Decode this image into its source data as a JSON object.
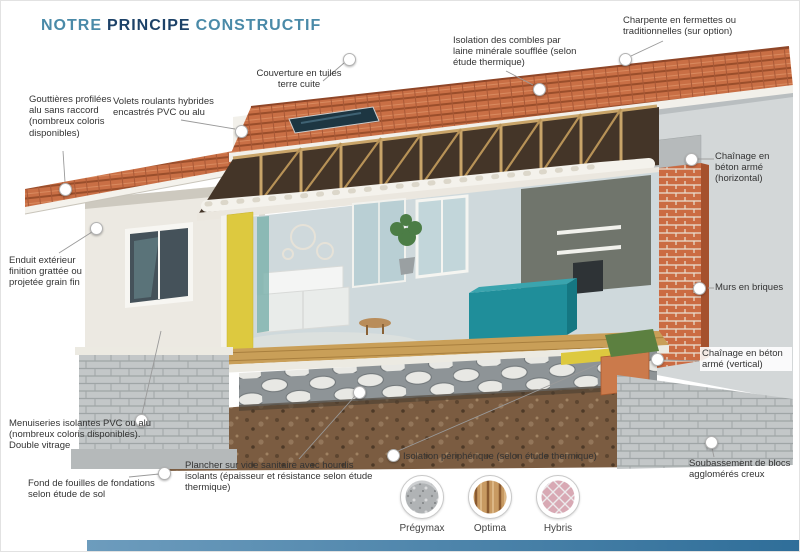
{
  "title": {
    "word1": "NOTRE",
    "word2": "PRINCIPE",
    "word3": "CONSTRUCTIF"
  },
  "callouts": {
    "gouttieres": {
      "text": "Gouttières profilées alu sans raccord (nombreux coloris disponibles)"
    },
    "volets": {
      "text": "Volets roulants hybrides encastrés PVC ou alu"
    },
    "couverture": {
      "text": "Couverture en tuiles terre cuite"
    },
    "isolation_combles": {
      "text": "Isolation des combles par laine minérale soufflée (selon étude thermique)"
    },
    "charpente": {
      "text": "Charpente en fermettes ou traditionnelles (sur option)"
    },
    "chainage_horizontal": {
      "text": "Chaînage en béton armé (horizontal)"
    },
    "murs_briques": {
      "text": "Murs en briques"
    },
    "chainage_vertical": {
      "text": "Chaînage en béton armé (vertical)"
    },
    "enduit": {
      "text": "Enduit extérieur finition grattée ou projetée grain fin"
    },
    "menuiseries": {
      "text": "Menuiseries isolantes PVC ou alu (nombreux coloris disponibles). Double vitrage"
    },
    "fond_fouilles": {
      "text": "Fond de fouilles de fondations selon étude de sol"
    },
    "plancher": {
      "text": "Plancher sur vide sanitaire avec hourdis isolants (épaisseur et résistance selon étude thermique)"
    },
    "isolation_peripherique": {
      "text": "Isolation périphérique (selon étude thermique)"
    },
    "soubassement": {
      "text": "Soubassement de blocs agglomérés creux"
    }
  },
  "legend": {
    "items": [
      {
        "name": "Prégymax"
      },
      {
        "name": "Optima"
      },
      {
        "name": "Hybris"
      }
    ]
  },
  "colors": {
    "accent_teal": "#4a8aa8",
    "accent_navy": "#1d4268",
    "roof_tile": "#c96f45",
    "insulation_yellow": "#ddc93f",
    "kitchen_teal": "#1f8e9a",
    "brick_orange": "#cb6b42",
    "footer_bar": "#2f6e99"
  }
}
